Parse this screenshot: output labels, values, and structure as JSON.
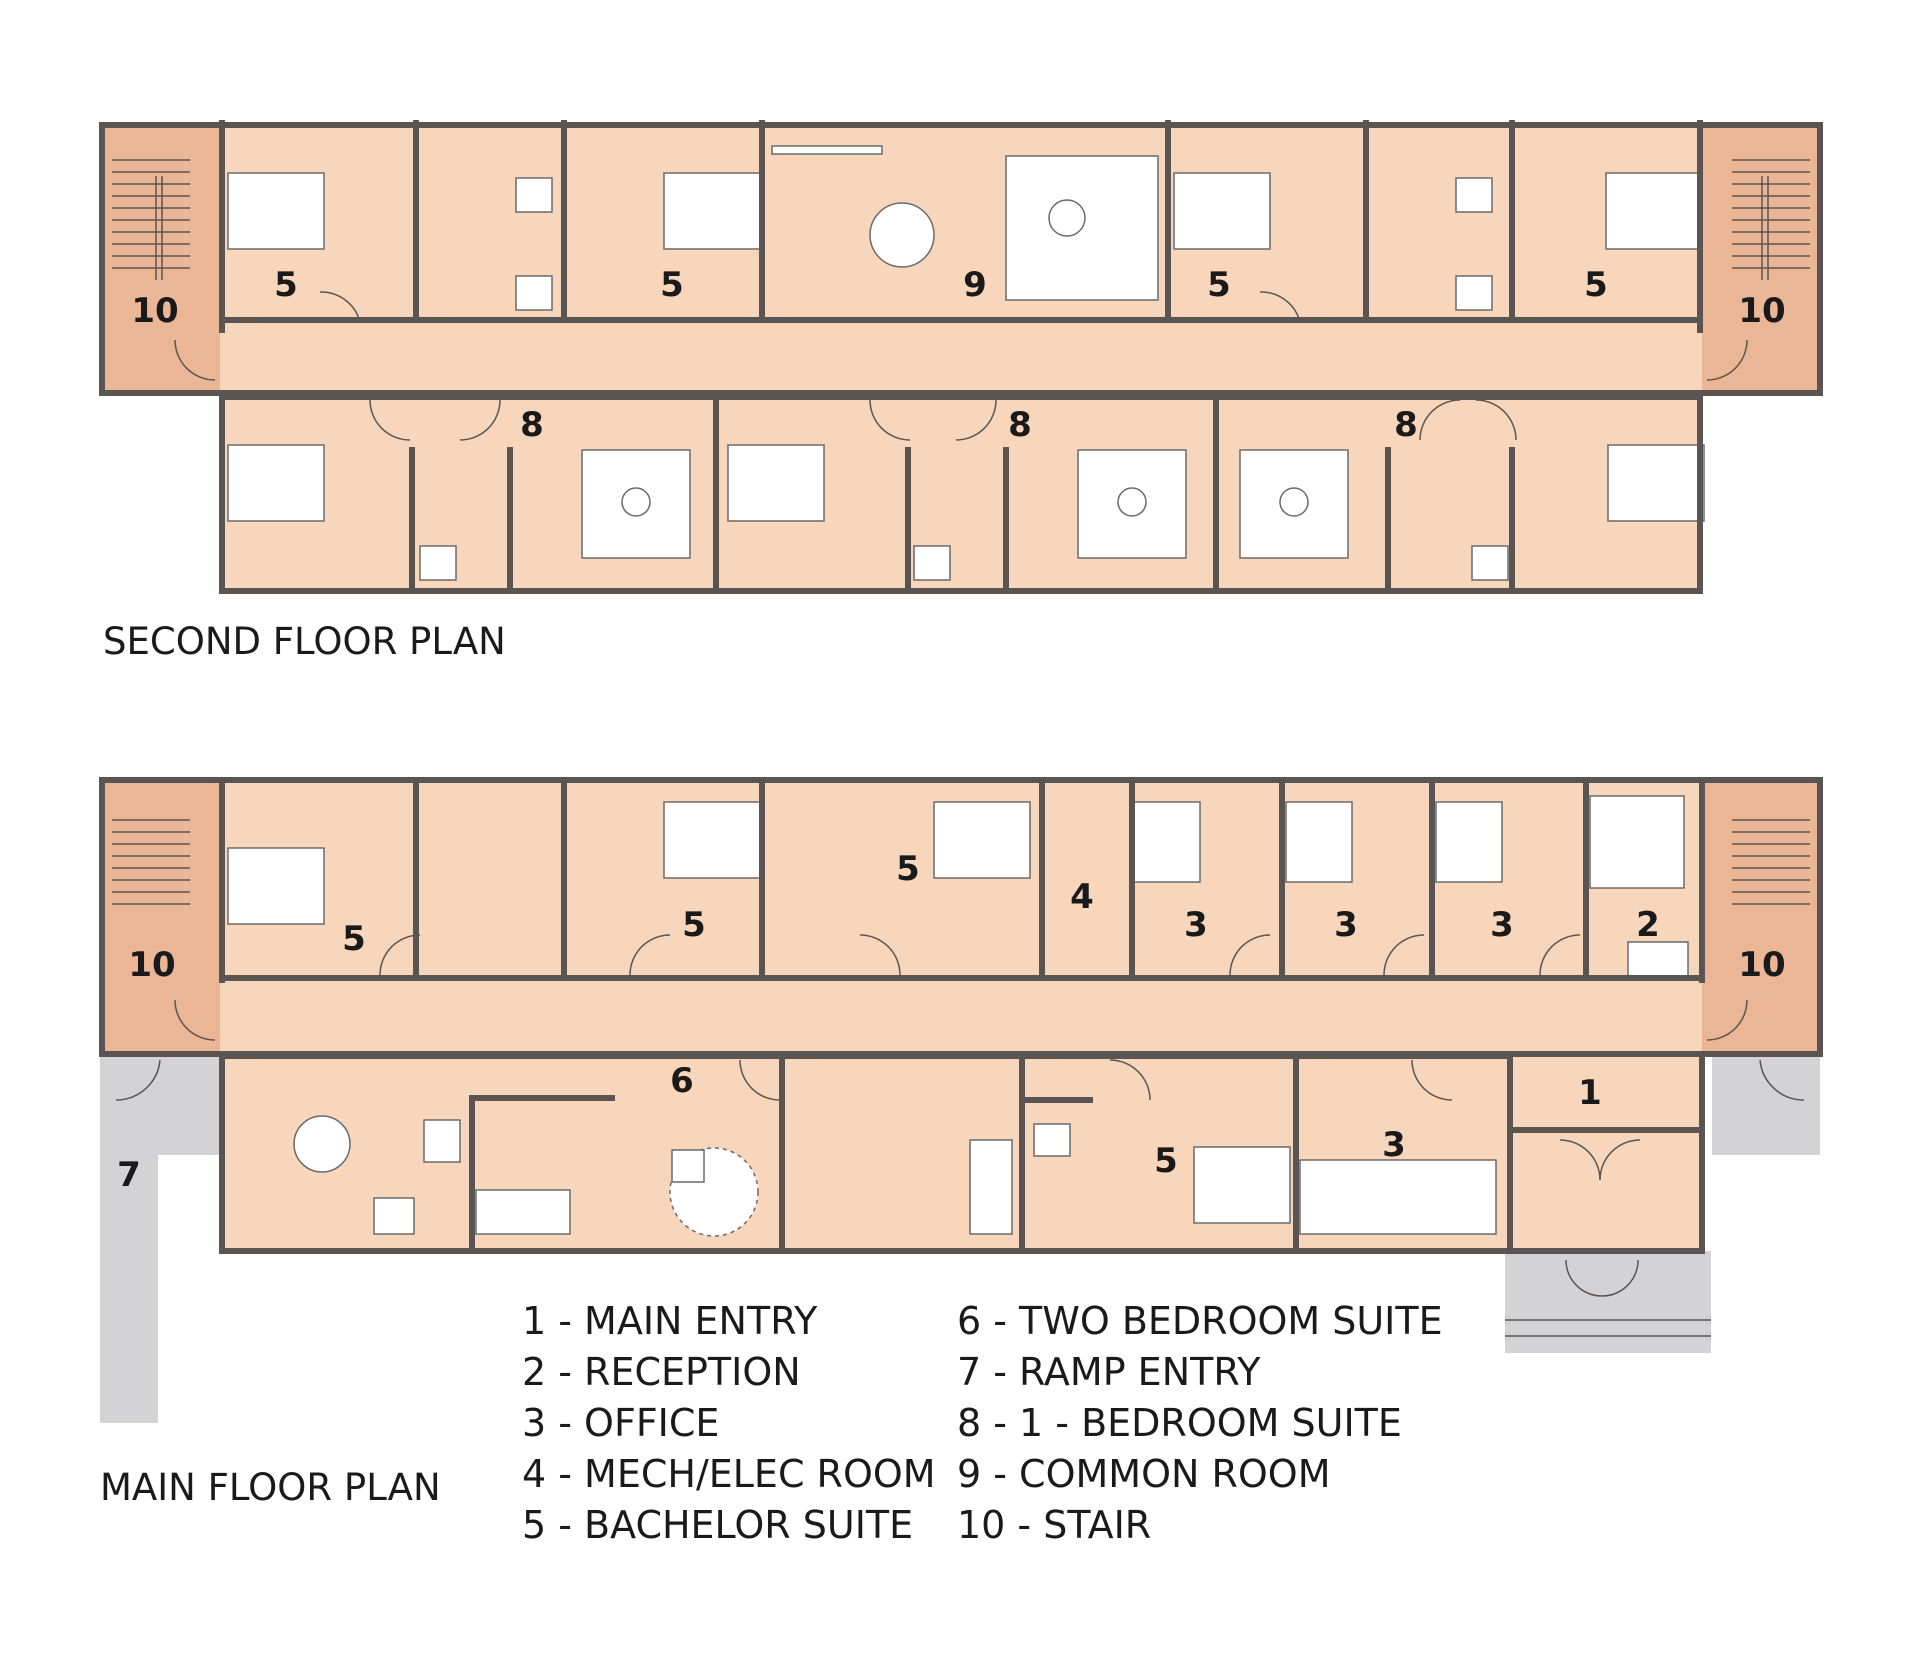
{
  "plans": {
    "second_floor": {
      "title": "SECOND FLOOR PLAN",
      "room_numbers": [
        "10",
        "5",
        "5",
        "9",
        "5",
        "5",
        "10",
        "8",
        "8",
        "8"
      ]
    },
    "main_floor": {
      "title": "MAIN FLOOR PLAN",
      "room_numbers": [
        "10",
        "5",
        "5",
        "5",
        "4",
        "3",
        "3",
        "3",
        "2",
        "10",
        "7",
        "6",
        "5",
        "3",
        "1"
      ]
    }
  },
  "legend": {
    "left": [
      "1 - MAIN ENTRY",
      "2 - RECEPTION",
      "3 - OFFICE",
      "4 - MECH/ELEC ROOM",
      "5 - BACHELOR SUITE"
    ],
    "right": [
      "6 - TWO BEDROOM SUITE",
      "7 - RAMP ENTRY",
      "8 - 1 - BEDROOM SUITE",
      "9 - COMMON ROOM",
      "10 - STAIR"
    ]
  },
  "colors": {
    "room_fill": "#f8d6bb",
    "stair_fill": "#ebb695",
    "wall": "#5a5553",
    "ramp_grey": "#d3d3d5",
    "furniture": "#ffffff"
  }
}
